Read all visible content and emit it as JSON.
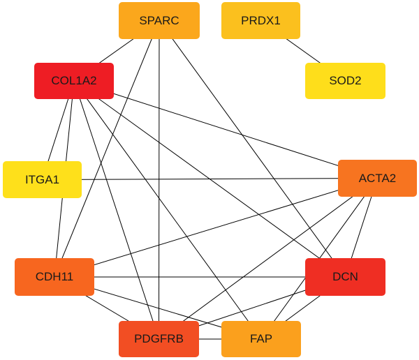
{
  "nodes": [
    {
      "id": "SPARC",
      "label": "SPARC",
      "color": "#FBA71C"
    },
    {
      "id": "PRDX1",
      "label": "PRDX1",
      "color": "#FBC01E"
    },
    {
      "id": "COL1A2",
      "label": "COL1A2",
      "color": "#EE1D24"
    },
    {
      "id": "SOD2",
      "label": "SOD2",
      "color": "#FEDE1B"
    },
    {
      "id": "ITGA1",
      "label": "ITGA1",
      "color": "#FEE01B"
    },
    {
      "id": "ACTA2",
      "label": "ACTA2",
      "color": "#F77420"
    },
    {
      "id": "CDH11",
      "label": "CDH11",
      "color": "#F7661F"
    },
    {
      "id": "DCN",
      "label": "DCN",
      "color": "#EF2E23"
    },
    {
      "id": "PDGFRB",
      "label": "PDGFRB",
      "color": "#F24E23"
    },
    {
      "id": "FAP",
      "label": "FAP",
      "color": "#FBA01D"
    }
  ],
  "edges": [
    [
      "SPARC",
      "COL1A2"
    ],
    [
      "SPARC",
      "CDH11"
    ],
    [
      "SPARC",
      "PDGFRB"
    ],
    [
      "SPARC",
      "DCN"
    ],
    [
      "PRDX1",
      "SOD2"
    ],
    [
      "COL1A2",
      "ITGA1"
    ],
    [
      "COL1A2",
      "ACTA2"
    ],
    [
      "COL1A2",
      "CDH11"
    ],
    [
      "COL1A2",
      "PDGFRB"
    ],
    [
      "COL1A2",
      "FAP"
    ],
    [
      "COL1A2",
      "DCN"
    ],
    [
      "ITGA1",
      "ACTA2"
    ],
    [
      "ACTA2",
      "CDH11"
    ],
    [
      "ACTA2",
      "DCN"
    ],
    [
      "ACTA2",
      "PDGFRB"
    ],
    [
      "ACTA2",
      "FAP"
    ],
    [
      "CDH11",
      "DCN"
    ],
    [
      "CDH11",
      "PDGFRB"
    ],
    [
      "CDH11",
      "FAP"
    ],
    [
      "DCN",
      "PDGFRB"
    ],
    [
      "DCN",
      "FAP"
    ],
    [
      "PDGFRB",
      "FAP"
    ]
  ]
}
